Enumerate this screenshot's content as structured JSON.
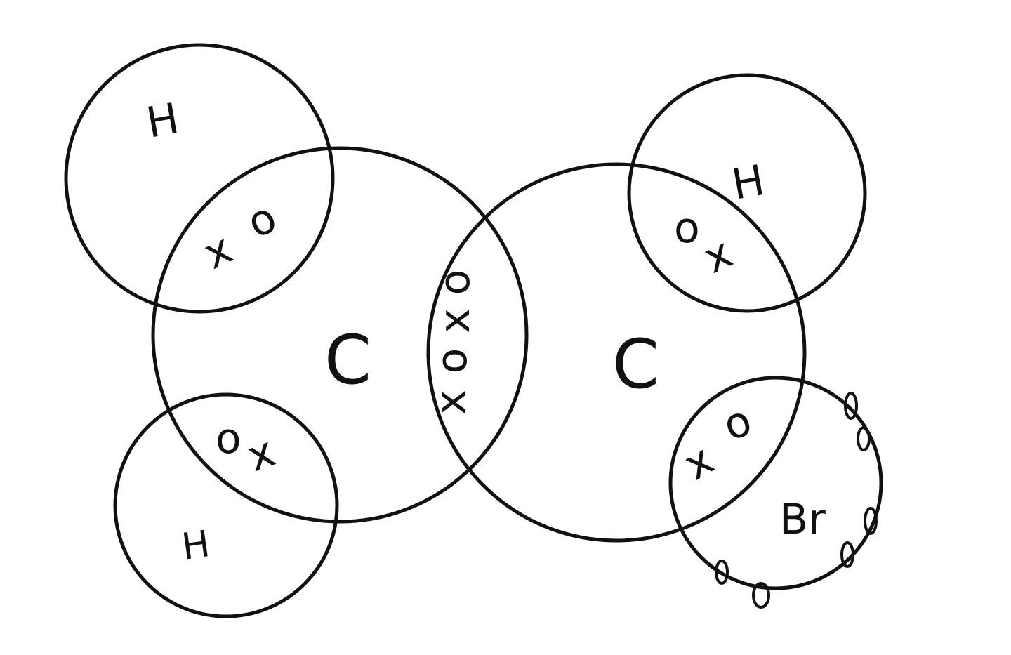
{
  "atoms": {
    "carbon_left": "C",
    "carbon_right": "C",
    "hydrogen_top_left": "H",
    "hydrogen_bottom_left": "H",
    "hydrogen_top_right": "H",
    "bromine": "Br"
  },
  "shared_electrons": {
    "top_left_bond": [
      "x",
      "o"
    ],
    "bottom_left_bond": [
      "o",
      "x"
    ],
    "top_right_bond": [
      "o",
      "x"
    ],
    "bromine_bond": [
      "x",
      "o"
    ],
    "double_bond": [
      "o",
      "x",
      "o",
      "x"
    ]
  },
  "bromine_lone_electrons": [
    "o",
    "o",
    "o",
    "o",
    "o",
    "o"
  ],
  "colors": {
    "stroke": "#111111",
    "background": "#ffffff"
  }
}
